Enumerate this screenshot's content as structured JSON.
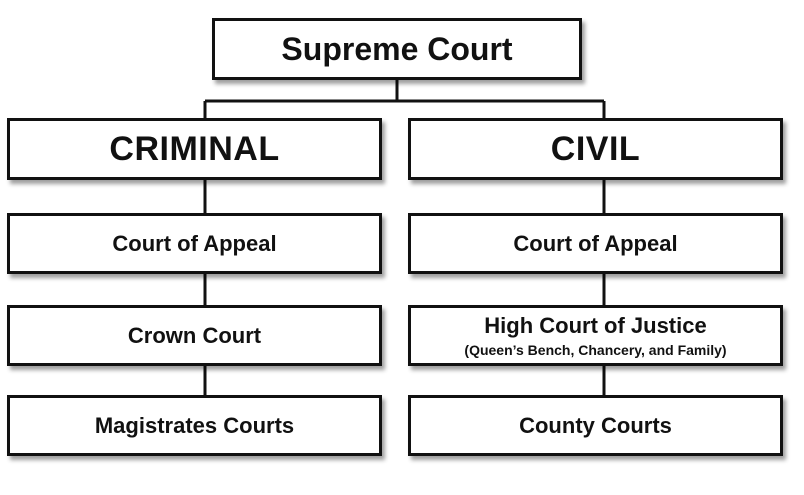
{
  "supreme": {
    "label": "Supreme Court"
  },
  "criminal": {
    "label": "CRIMINAL",
    "courts": [
      {
        "label": "Court of Appeal"
      },
      {
        "label": "Crown Court"
      },
      {
        "label": "Magistrates Courts"
      }
    ]
  },
  "civil": {
    "label": "CIVIL",
    "courts": [
      {
        "label": "Court of Appeal"
      },
      {
        "label": "High Court of Justice",
        "sub": "(Queen’s Bench, Chancery, and Family)"
      },
      {
        "label": "County Courts"
      }
    ]
  },
  "colors": {
    "line": "#111111",
    "box_fill": "#ffffff",
    "text": "#111111"
  }
}
